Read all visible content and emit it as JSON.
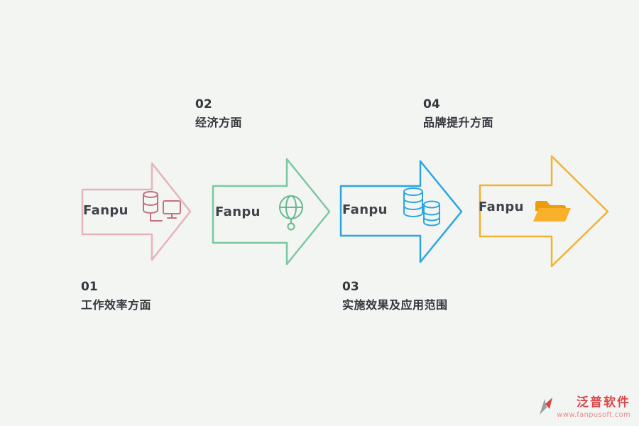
{
  "steps": [
    {
      "number": "01",
      "title": "工作效率方面",
      "brand": "Fanpu",
      "arrow_color": "#e6b3ba",
      "icon": "database-monitor-icon",
      "icon_color": "#c4717f",
      "label_position": "bottom"
    },
    {
      "number": "02",
      "title": "经济方面",
      "brand": "Fanpu",
      "arrow_color": "#7cc7a0",
      "icon": "globe-network-icon",
      "icon_color": "#66b98e",
      "label_position": "top"
    },
    {
      "number": "03",
      "title": "实施效果及应用范围",
      "brand": "Fanpu",
      "arrow_color": "#2aa7e0",
      "icon": "database-stack-icon",
      "icon_color": "#2aa7e0",
      "label_position": "bottom"
    },
    {
      "number": "04",
      "title": "品牌提升方面",
      "brand": "Fanpu",
      "arrow_color": "#f3b22f",
      "icon": "folder-icon",
      "icon_back_color": "#ed9c0f",
      "icon_front_color": "#f9b02a",
      "label_position": "top"
    }
  ],
  "watermark": {
    "name": "泛普软件",
    "url": "www.fanpusoft.com",
    "name_color": "#d9474c",
    "url_color": "#e9898d"
  }
}
